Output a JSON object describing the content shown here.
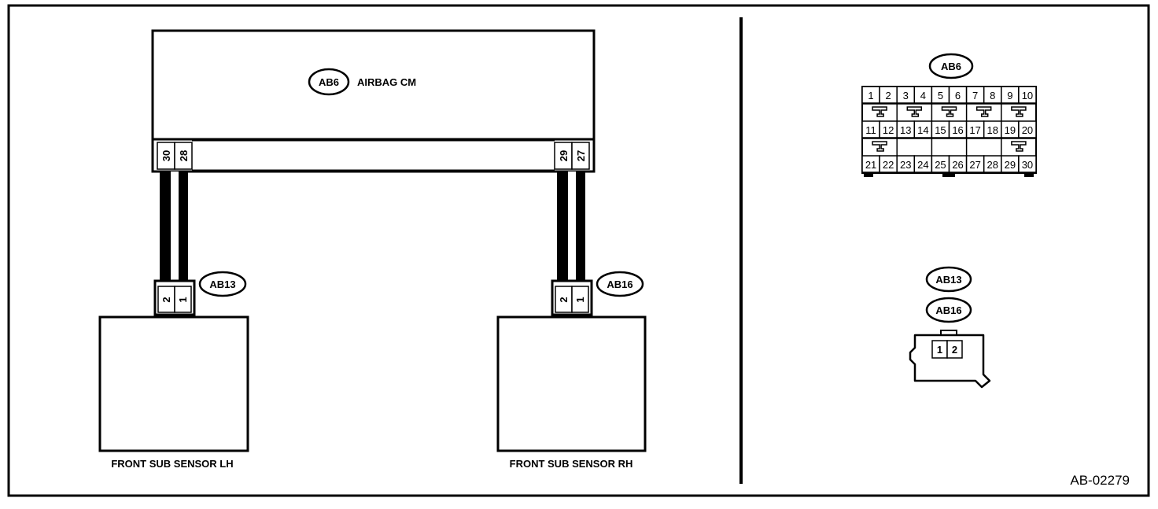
{
  "airbag_cm": {
    "label": "AIRBAG CM",
    "connector": "AB6",
    "pins_left": [
      "30",
      "28"
    ],
    "pins_right": [
      "29",
      "27"
    ]
  },
  "sensor_lh": {
    "label": "FRONT SUB SENSOR LH",
    "connector": "AB13",
    "pins": [
      "2",
      "1"
    ]
  },
  "sensor_rh": {
    "label": "FRONT SUB SENSOR RH",
    "connector": "AB16",
    "pins": [
      "2",
      "1"
    ]
  },
  "ab6_face": {
    "connector": "AB6",
    "row1": [
      "1",
      "2",
      "3",
      "4",
      "5",
      "6",
      "7",
      "8",
      "9",
      "10"
    ],
    "row2": [
      "11",
      "12",
      "13",
      "14",
      "15",
      "16",
      "17",
      "18",
      "19",
      "20"
    ],
    "row3": [
      "21",
      "22",
      "23",
      "24",
      "25",
      "26",
      "27",
      "28",
      "29",
      "30"
    ]
  },
  "small_face": {
    "connector_a": "AB13",
    "connector_b": "AB16",
    "pins": [
      "1",
      "2"
    ]
  },
  "figure_id": "AB-02279"
}
